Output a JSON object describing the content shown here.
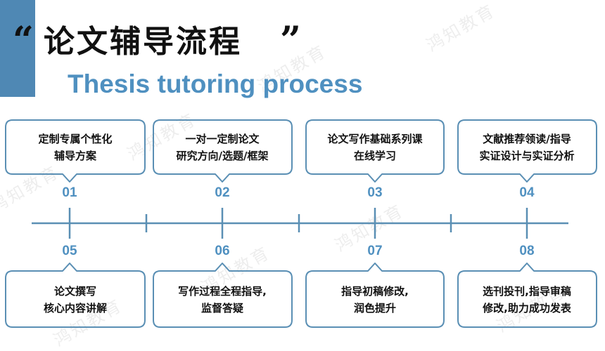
{
  "title": {
    "open_quote": "“",
    "main": "论文辅导流程",
    "close_quote": "”",
    "subtitle": "Thesis tutoring process"
  },
  "watermark": "鸿知教育",
  "colors": {
    "accent": "#4f88b4",
    "subtitle": "#4f90c0",
    "line": "#5a8fb4",
    "number": "#4f90c0"
  },
  "steps_top": [
    {
      "number": "01",
      "lines": [
        "定制专属个性化",
        "辅导方案"
      ]
    },
    {
      "number": "02",
      "lines": [
        "一对一定制论文",
        "研究方向/选题/框架"
      ]
    },
    {
      "number": "03",
      "lines": [
        "论文写作基础系列课",
        "在线学习"
      ]
    },
    {
      "number": "04",
      "lines": [
        "文献推荐领读/指导",
        "实证设计与实证分析"
      ]
    }
  ],
  "steps_bottom": [
    {
      "number": "05",
      "lines": [
        "论文撰写",
        "核心内容讲解"
      ]
    },
    {
      "number": "06",
      "lines": [
        "写作过程全程指导,",
        "监督答疑"
      ]
    },
    {
      "number": "07",
      "lines": [
        "指导初稿修改,",
        "润色提升"
      ]
    },
    {
      "number": "08",
      "lines": [
        "选刊投刊,指导审稿",
        "修改,助力成功发表"
      ]
    }
  ]
}
